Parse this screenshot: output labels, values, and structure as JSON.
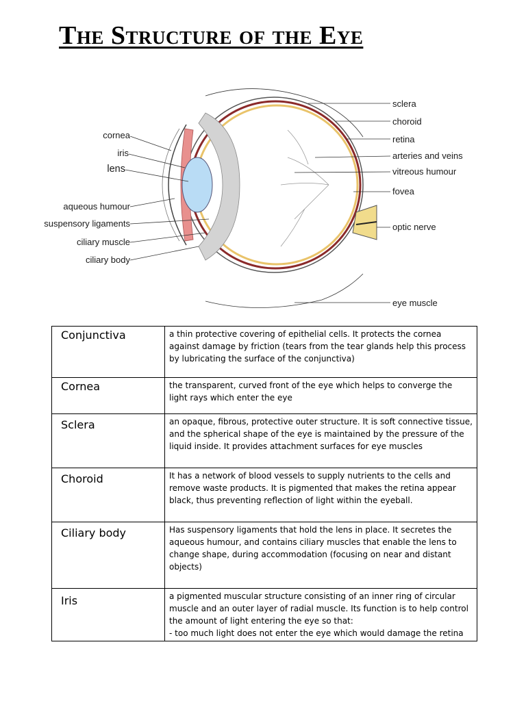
{
  "title": "The Structure of the Eye",
  "diagram": {
    "left_labels": [
      "cornea",
      "iris",
      "lens",
      "aqueous humour",
      "suspensory ligaments",
      "ciliary muscle",
      "ciliary body"
    ],
    "right_labels": [
      "sclera",
      "choroid",
      "retina",
      "arteries and veins",
      "vitreous humour",
      "fovea",
      "optic nerve",
      "eye muscle"
    ]
  },
  "table": {
    "rows": [
      {
        "term": "Conjunctiva",
        "description": "a thin protective covering of epithelial cells. It protects the cornea against damage by friction (tears from the tear glands help this process by lubricating the surface of the conjunctiva)"
      },
      {
        "term": "Cornea",
        "description": "the transparent, curved front of the eye which helps to converge the light rays which enter the eye"
      },
      {
        "term": "Sclera",
        "description": "an opaque, fibrous, protective outer structure. It is soft connective tissue, and the spherical shape of the eye is maintained by the pressure of the liquid inside. It provides attachment surfaces for eye muscles"
      },
      {
        "term": "Choroid",
        "description": "It has a network of blood vessels to supply nutrients to the cells and remove waste products. It is pigmented that makes the retina appear black, thus preventing reflection of light within the eyeball."
      },
      {
        "term": "Ciliary body",
        "description": "Has suspensory ligaments that hold the lens in place. It secretes the aqueous humour, and contains ciliary muscles that enable the lens to change shape, during accommodation (focusing on near and distant objects)"
      },
      {
        "term": "Iris",
        "description": "a pigmented muscular structure consisting of an inner ring of circular muscle and an outer layer of radial muscle. Its function is to help control the amount of light entering the eye so that:\n- too much light does not enter the eye which would damage the retina"
      }
    ]
  },
  "colors": {
    "lens": "#b9dcf5",
    "iris": "#e8908e",
    "choroid": "#8b2a2a",
    "optic_nerve": "#f1dc8c",
    "ciliary": "#d3d3d3"
  }
}
